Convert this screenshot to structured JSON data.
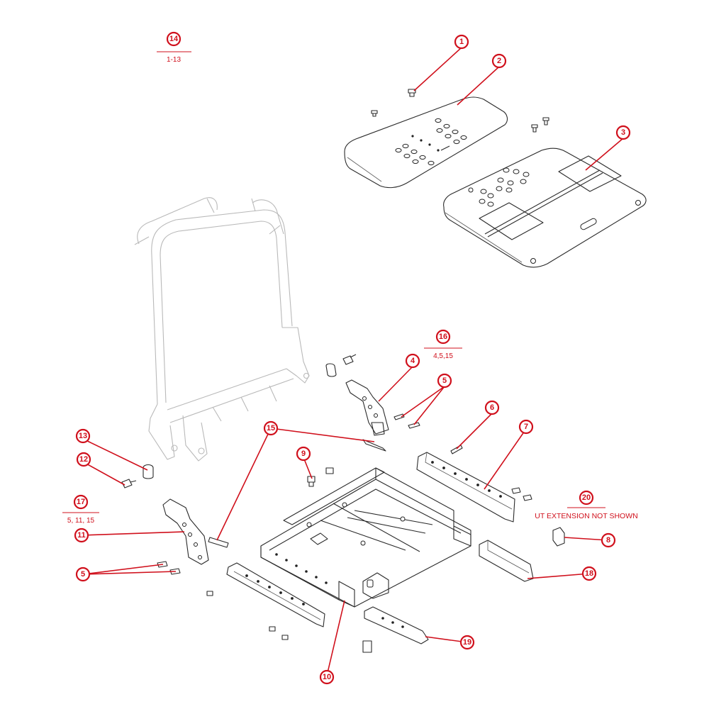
{
  "callouts": [
    {
      "id": "callout-1",
      "num": "1"
    },
    {
      "id": "callout-2",
      "num": "2"
    },
    {
      "id": "callout-3",
      "num": "3"
    },
    {
      "id": "callout-4",
      "num": "4"
    },
    {
      "id": "callout-5a",
      "num": "5"
    },
    {
      "id": "callout-5b",
      "num": "5"
    },
    {
      "id": "callout-6",
      "num": "6"
    },
    {
      "id": "callout-7",
      "num": "7"
    },
    {
      "id": "callout-8",
      "num": "8"
    },
    {
      "id": "callout-9",
      "num": "9"
    },
    {
      "id": "callout-10",
      "num": "10"
    },
    {
      "id": "callout-11",
      "num": "11"
    },
    {
      "id": "callout-12",
      "num": "12"
    },
    {
      "id": "callout-13",
      "num": "13"
    },
    {
      "id": "callout-14",
      "num": "14"
    },
    {
      "id": "callout-15",
      "num": "15"
    },
    {
      "id": "callout-16",
      "num": "16"
    },
    {
      "id": "callout-17",
      "num": "17"
    },
    {
      "id": "callout-18",
      "num": "18"
    },
    {
      "id": "callout-19",
      "num": "19"
    },
    {
      "id": "callout-20",
      "num": "20"
    }
  ],
  "assemblies": {
    "a14": "1-13",
    "a16": "4,5,15",
    "a17": "5, 11, 15"
  },
  "notes": {
    "ut_extension": "UT EXTENSION NOT SHOWN"
  },
  "colors": {
    "callout": "#d0101c",
    "linework": "#2a2a2a",
    "ghost_frame": "#b9b9b9"
  }
}
